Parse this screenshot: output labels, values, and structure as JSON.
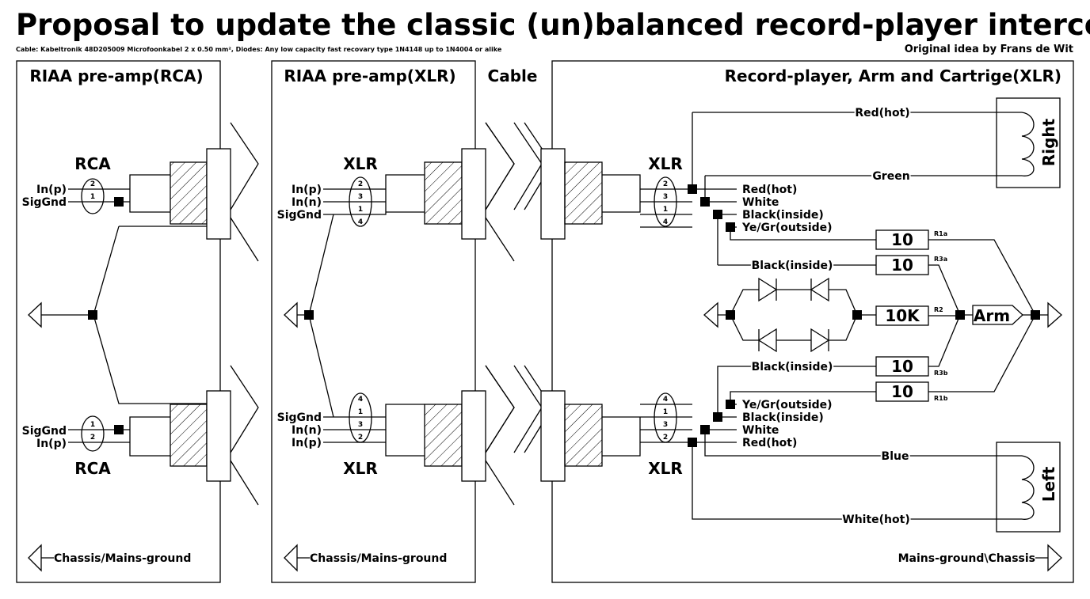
{
  "title": "Proposal to update the classic (un)balanced record-player interconnect",
  "subtitle": "Cable: Kabeltronik 48D205009 Microfoonkabel 2 x 0.50 mm², Diodes: Any low capacity fast recovary type 1N4148 up to 1N4004 or alike",
  "author": "Original idea by Frans de Wit",
  "sections": {
    "rca_preamp": "RIAA pre-amp(RCA)",
    "xlr_preamp": "RIAA pre-amp(XLR)",
    "cable": "Cable",
    "player": "Record-player, Arm and Cartrige(XLR)"
  },
  "connectors": {
    "rca_top": "RCA",
    "rca_bottom": "RCA",
    "xlr_pre_top": "XLR",
    "xlr_pre_bottom": "XLR",
    "xlr_player_top": "XLR",
    "xlr_player_bottom": "XLR"
  },
  "rca_top_labels": [
    "In(p)",
    "SigGnd"
  ],
  "rca_top_pins": [
    "2",
    "1"
  ],
  "rca_bottom_labels": [
    "SigGnd",
    "In(p)"
  ],
  "rca_bottom_pins": [
    "1",
    "2"
  ],
  "xlr_pre_top_labels": [
    "In(p)",
    "In(n)",
    "SigGnd"
  ],
  "xlr_pre_top_pins": [
    "2",
    "3",
    "1",
    "4"
  ],
  "xlr_pre_bottom_labels": [
    "SigGnd",
    "In(n)",
    "In(p)"
  ],
  "xlr_pre_bottom_pins": [
    "4",
    "1",
    "3",
    "2"
  ],
  "xlr_player_top_pins": [
    "2",
    "3",
    "1",
    "4"
  ],
  "xlr_player_bottom_pins": [
    "4",
    "1",
    "3",
    "2"
  ],
  "wires": {
    "top_red_hot_cart": "Red(hot)",
    "top_green": "Green",
    "top_red_hot": "Red(hot)",
    "top_white": "White",
    "top_black_inside": "Black(inside)",
    "top_yegr": "Ye/Gr(outside)",
    "top_black_inside_res": "Black(inside)",
    "bottom_black_inside_res": "Black(inside)",
    "bottom_yegr": "Ye/Gr(outside)",
    "bottom_black_inside": "Black(inside)",
    "bottom_white": "White",
    "bottom_red_hot": "Red(hot)",
    "bottom_blue": "Blue",
    "bottom_white_hot": "White(hot)"
  },
  "resistors": [
    {
      "value": "10",
      "name": "R1a"
    },
    {
      "value": "10",
      "name": "R3a"
    },
    {
      "value": "10K",
      "name": "R2"
    },
    {
      "value": "10",
      "name": "R3b"
    },
    {
      "value": "10",
      "name": "R1b"
    }
  ],
  "arm": "Arm",
  "channels": {
    "right": "Right",
    "left": "Left"
  },
  "grounds": {
    "rca": "Chassis/Mains-ground",
    "xlr": "Chassis/Mains-ground",
    "player": "Mains-ground\\Chassis"
  }
}
